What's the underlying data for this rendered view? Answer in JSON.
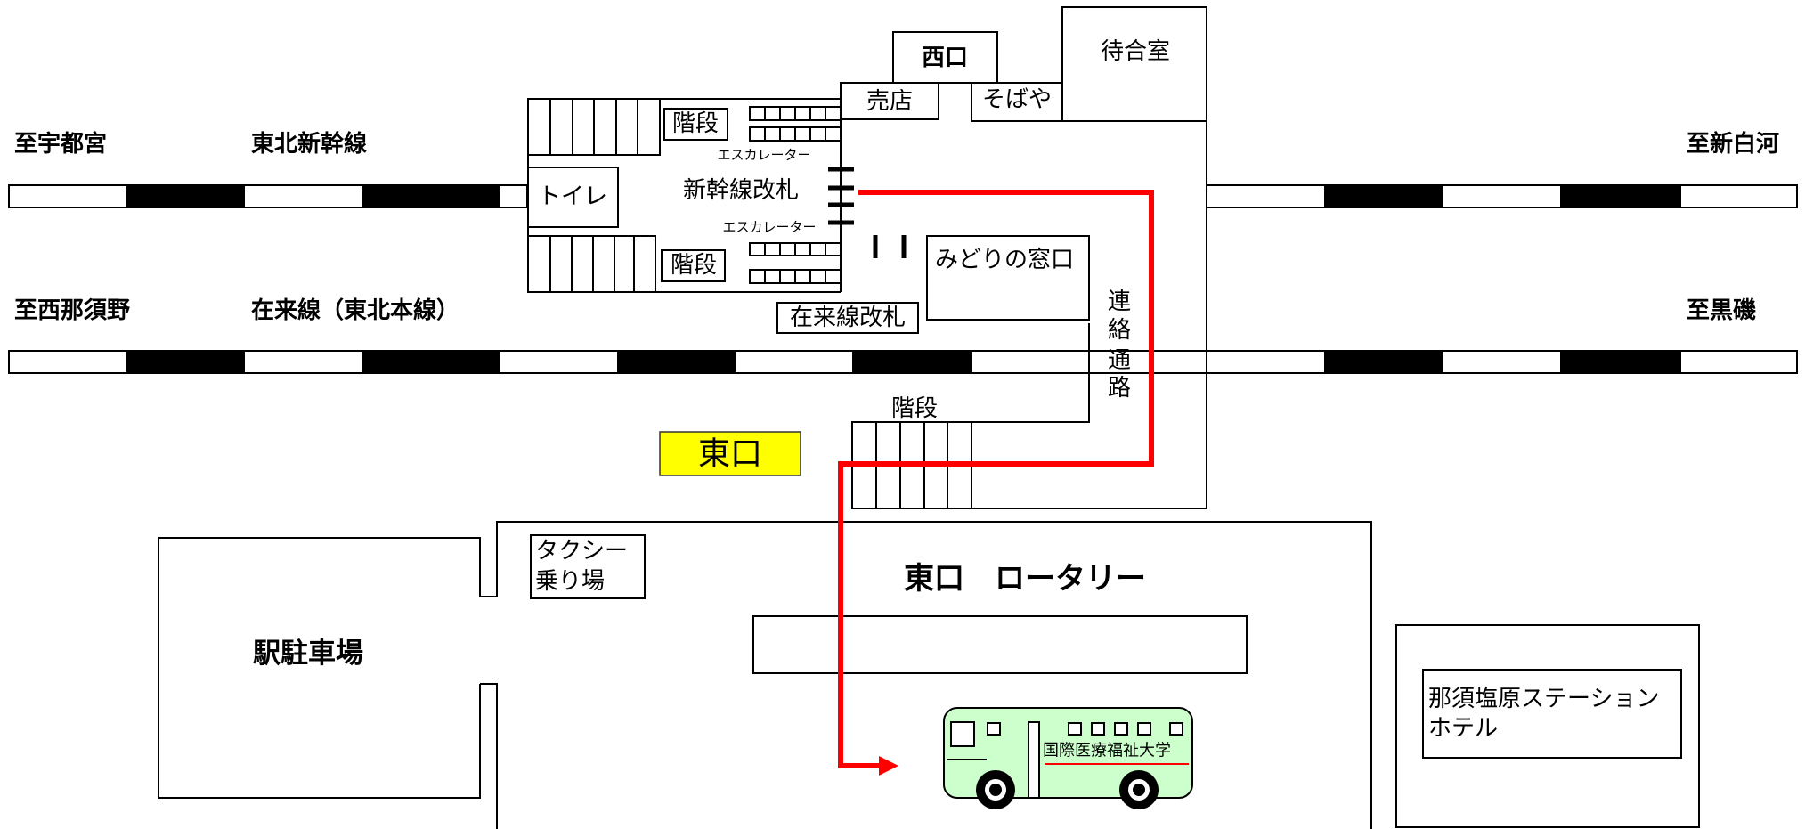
{
  "tracks": {
    "shinkansen": {
      "name": "東北新幹線",
      "west": "至宇都宮",
      "east": "至新白河"
    },
    "conventional": {
      "name": "在来線（東北本線）",
      "west": "至西那須野",
      "east": "至黒磯"
    }
  },
  "station": {
    "west_exit": "西口",
    "shop": "売店",
    "soba": "そばや",
    "waiting_room": "待合室",
    "toilet": "トイレ",
    "stairs_upper": "階段",
    "stairs_lower": "階段",
    "stairs_east": "階段",
    "escalator_upper": "エスカレーター",
    "escalator_lower": "エスカレーター",
    "shinkansen_gate": "新幹線改札",
    "ticket_office": "みどりの窓口",
    "conventional_gate": "在来線改札",
    "passage": [
      "連",
      "絡",
      "通",
      "路"
    ],
    "east_exit": "東口"
  },
  "outside": {
    "rotary": "東口　ロータリー",
    "parking": "駅駐車場",
    "taxi": [
      "タクシー",
      "乗り場"
    ],
    "hotel": [
      "那須塩原ステーション",
      "ホテル"
    ],
    "bus_label": "国際医療福祉大学"
  },
  "colors": {
    "route": "#ff0000",
    "east_exit_highlight": "#ffff00",
    "bus_body": "#ccffcc"
  }
}
